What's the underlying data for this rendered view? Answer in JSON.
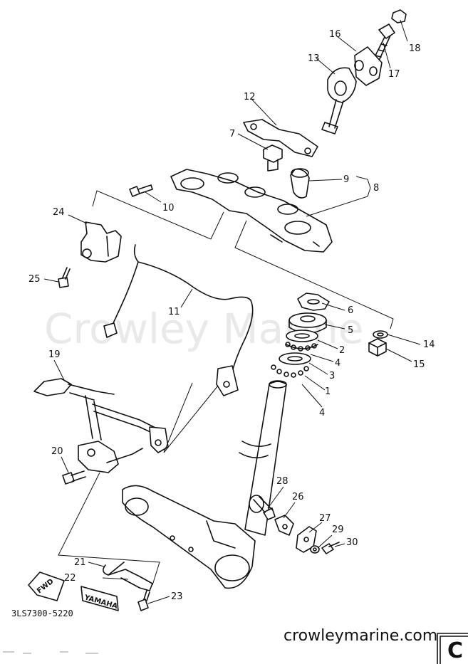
{
  "watermark": "Crowley Marine",
  "site": "crowleymarine.com",
  "drawing_code": "3LS7300-5220",
  "page_letter": "C",
  "tags": {
    "fwd": "FWD",
    "yamaha": "YAMAHA"
  },
  "callouts": {
    "c1": "1",
    "c2": "2",
    "c3": "3",
    "c4a": "4",
    "c4b": "4",
    "c5": "5",
    "c6": "6",
    "c7": "7",
    "c8": "8",
    "c9": "9",
    "c10": "10",
    "c11": "11",
    "c12": "12",
    "c13": "13",
    "c14": "14",
    "c15": "15",
    "c16": "16",
    "c17": "17",
    "c18": "18",
    "c19": "19",
    "c20": "20",
    "c21": "21",
    "c22": "22",
    "c23": "23",
    "c24": "24",
    "c25": "25",
    "c26": "26",
    "c27": "27",
    "c28": "28",
    "c29": "29",
    "c30": "30"
  }
}
